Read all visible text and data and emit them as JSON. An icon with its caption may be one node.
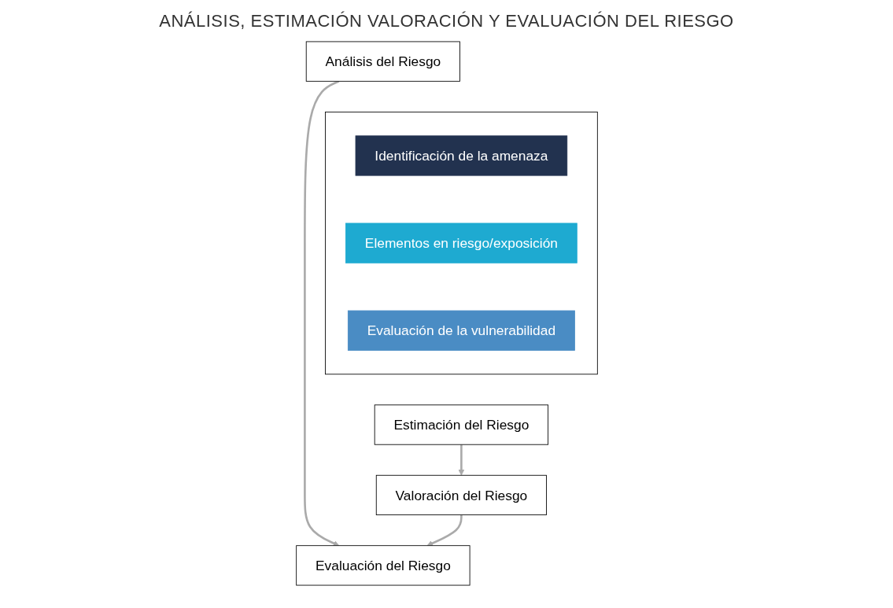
{
  "diagram": {
    "title": "ANÁLISIS, ESTIMACIÓN VALORACIÓN Y EVALUACIÓN DEL RIESGO",
    "nodes": [
      {
        "text": [
          "Análisis del Riesgo"
        ]
      },
      {
        "text": [],
        "shape": "box"
      },
      {
        "text": [
          "Identificación de la amenaza"
        ],
        "in": 1
      },
      {
        "text": [
          "Elementos en riesgo/exposición"
        ],
        "in": 1
      },
      {
        "text": [
          "Evaluación de la vulnerabilidad"
        ],
        "in": 1
      },
      {
        "text": [
          "Estimación del Riesgo"
        ]
      },
      {
        "text": [
          "Valoración del Riesgo"
        ]
      },
      {
        "text": [
          "Evaluación del Riesgo"
        ]
      }
    ],
    "edges": [
      {
        "from": 0,
        "to": 7,
        "arrow": "to"
      },
      {
        "from": 5,
        "to": 6,
        "arrow": "to"
      },
      {
        "from": 6,
        "to": 7,
        "arrow": "to"
      }
    ]
  }
}
